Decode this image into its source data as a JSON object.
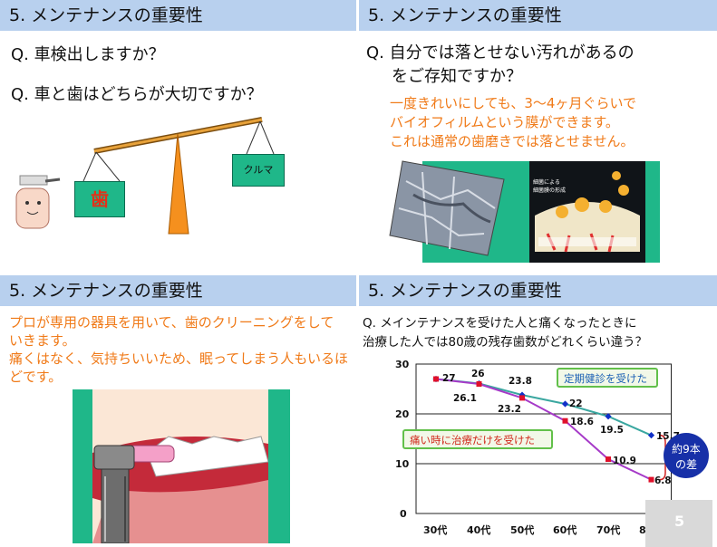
{
  "panels": {
    "p1": {
      "header": "5. メンテナンスの重要性",
      "q1": "Q. 車検出しますか？",
      "q2": "Q. 車と歯はどちらが大切ですか？",
      "left_box": "歯",
      "right_box": "クルマ"
    },
    "p2": {
      "header": "5. メンテナンスの重要性",
      "q_line1": "Q. 自分では落とせない汚れがあるの",
      "q_line2": "をご存知ですか？",
      "note1": "一度きれいにしても、3～4ヶ月ぐらいで",
      "note2": "バイオフィルムという膜ができます。",
      "note3": "これは通常の歯磨きでは落とせません。",
      "img_caption1": "細菌による",
      "img_caption2": "細菌膜の形成"
    },
    "p3": {
      "header": "5. メンテナンスの重要性",
      "text1": "プロが専用の器具を用いて、歯のクリーニングをして",
      "text2": "いきます。",
      "text3": "痛くはなく、気持ちいいため、眠ってしまう人もいるほ",
      "text4": "どです。"
    },
    "p4": {
      "header": "5. メンテナンスの重要性",
      "q_line1": "Q. メインテナンスを受けた人と痛くなったときに",
      "q_line2": "治療した人では80歳の残存歯数がどれくらい違う？",
      "diff_label_1": "約9本",
      "diff_label_2": "の差"
    }
  },
  "chart_data": {
    "type": "line",
    "categories": [
      "30代",
      "40代",
      "50代",
      "60代",
      "70代",
      "80～"
    ],
    "ylim": [
      0,
      30
    ],
    "yticks": [
      "0",
      "10",
      "20",
      "30"
    ],
    "grid": true,
    "series": [
      {
        "name": "定期健診を受けた",
        "values": [
          27,
          26.1,
          23.8,
          22,
          19.5,
          15.7
        ],
        "color": "#3aa7a0",
        "marker_color": "#1030c8"
      },
      {
        "name": "痛い時に治療だけを受けた",
        "values": [
          27,
          26,
          23.2,
          18.6,
          10.9,
          6.8
        ],
        "color": "#a63ac8",
        "marker_color": "#e0102a"
      }
    ],
    "data_labels": [
      "27",
      "26",
      "26.1",
      "23.8",
      "23.2",
      "22",
      "18.6",
      "19.5",
      "10.9",
      "15.7",
      "6.8"
    ]
  },
  "page_number": "5",
  "colors": {
    "header_bg": "#b8d0ee",
    "accent_green": "#1fb789",
    "orange_text": "#f07a18"
  }
}
